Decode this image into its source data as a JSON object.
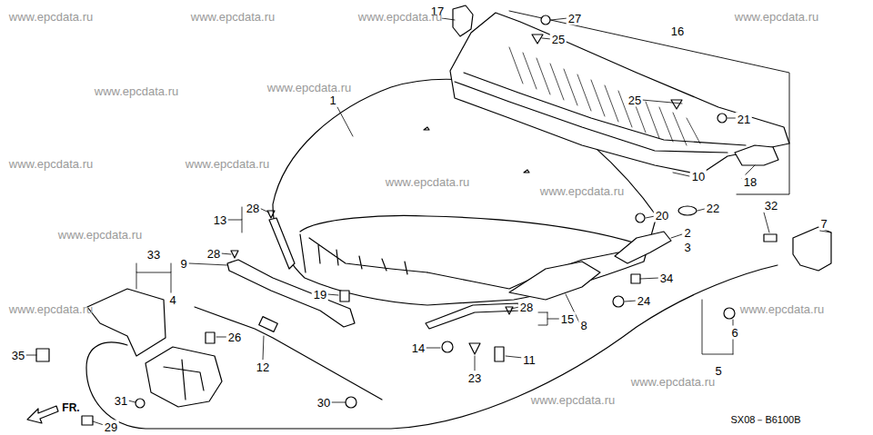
{
  "diagram": {
    "labels": [
      "1",
      "2",
      "3",
      "4",
      "5",
      "6",
      "7",
      "8",
      "9",
      "10",
      "11",
      "12",
      "13",
      "14",
      "15",
      "16",
      "17",
      "18",
      "19",
      "20",
      "21",
      "22",
      "23",
      "24",
      "25",
      "25",
      "26",
      "27",
      "28",
      "28",
      "28",
      "29",
      "30",
      "31",
      "32",
      "33",
      "34",
      "35",
      "FR.",
      "SX08－B6100B",
      "www.epcdata.ru",
      "www.epcdata.ru",
      "www.epcdata.ru",
      "www.epcdata.ru",
      "www.epcdata.ru",
      "www.epcdata.ru",
      "www.epcdata.ru",
      "www.epcdata.ru",
      "www.epcdata.ru",
      "www.epcdata.ru",
      "www.epcdata.ru",
      "www.epcdata.ru",
      "www.epcdata.ru",
      "www.epcdata.ru",
      "www.epcdata.ru"
    ]
  }
}
